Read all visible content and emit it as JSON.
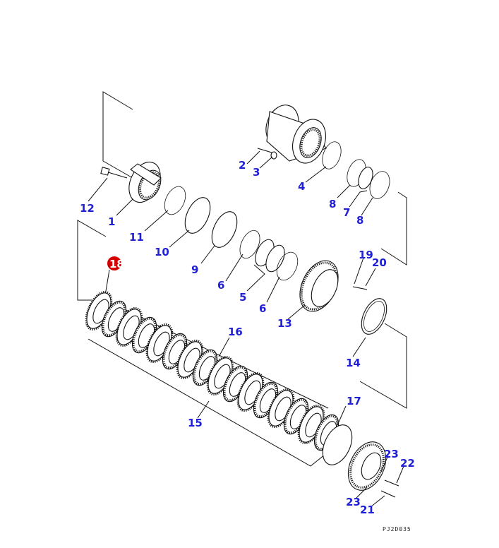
{
  "drawing_code": "PJ2D035",
  "callouts": [
    {
      "id": "c1",
      "label": "1"
    },
    {
      "id": "c2",
      "label": "2"
    },
    {
      "id": "c3",
      "label": "3"
    },
    {
      "id": "c4",
      "label": "4"
    },
    {
      "id": "c5",
      "label": "5"
    },
    {
      "id": "c6a",
      "label": "6"
    },
    {
      "id": "c6b",
      "label": "6"
    },
    {
      "id": "c7",
      "label": "7"
    },
    {
      "id": "c8a",
      "label": "8"
    },
    {
      "id": "c8b",
      "label": "8"
    },
    {
      "id": "c9",
      "label": "9"
    },
    {
      "id": "c10",
      "label": "10"
    },
    {
      "id": "c11",
      "label": "11"
    },
    {
      "id": "c12",
      "label": "12"
    },
    {
      "id": "c13",
      "label": "13"
    },
    {
      "id": "c14",
      "label": "14"
    },
    {
      "id": "c15",
      "label": "15"
    },
    {
      "id": "c16",
      "label": "16"
    },
    {
      "id": "c17",
      "label": "17"
    },
    {
      "id": "c18",
      "label": "18",
      "highlighted": true,
      "highlight_color": "#d40000"
    },
    {
      "id": "c19",
      "label": "19"
    },
    {
      "id": "c20",
      "label": "20"
    },
    {
      "id": "c21",
      "label": "21"
    },
    {
      "id": "c22",
      "label": "22"
    },
    {
      "id": "c23a",
      "label": "23"
    },
    {
      "id": "c23b",
      "label": "23"
    }
  ],
  "colors": {
    "callout_text": "#1f1fd6",
    "highlight_marker": "#d40000",
    "line_art": "#111111"
  }
}
